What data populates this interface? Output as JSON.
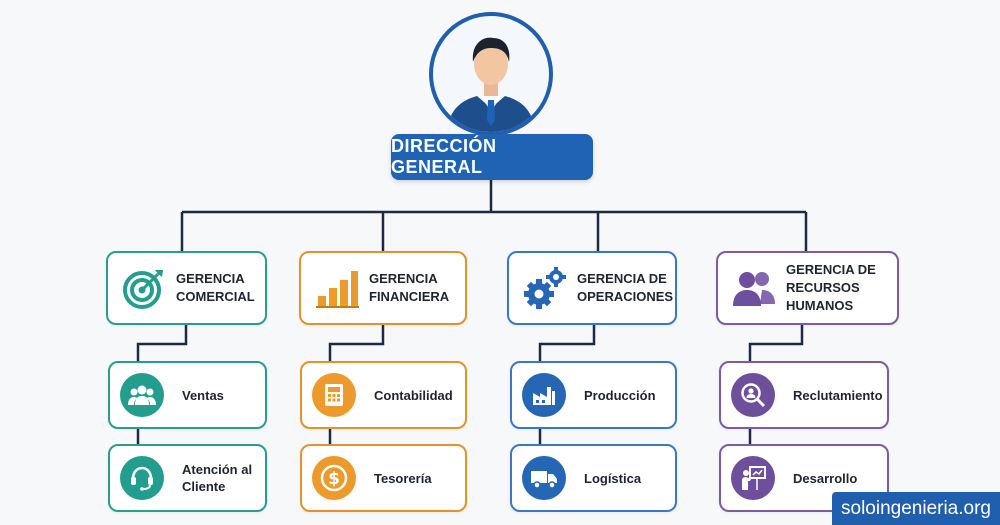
{
  "top": {
    "title": "DIRECCIÓN GENERAL",
    "icon": "executive-avatar-icon"
  },
  "managers": [
    {
      "line1": "GERENCIA",
      "line2": "COMERCIAL",
      "icon": "target-icon",
      "color": "#2a9d8f",
      "units": [
        {
          "line1": "Ventas",
          "line2": "",
          "icon": "team-icon"
        },
        {
          "line1": "Atención al",
          "line2": "Cliente",
          "icon": "headset-icon"
        }
      ]
    },
    {
      "line1": "GERENCIA",
      "line2": "FINANCIERA",
      "icon": "bar-chart-icon",
      "color": "#e3932a",
      "units": [
        {
          "line1": "Contabilidad",
          "line2": "",
          "icon": "calculator-icon"
        },
        {
          "line1": "Tesorería",
          "line2": "",
          "icon": "dollar-coin-icon"
        }
      ]
    },
    {
      "line1": "GERENCIA DE",
      "line2": "OPERACIONES",
      "icon": "gears-icon",
      "color": "#3a78c4",
      "units": [
        {
          "line1": "Producción",
          "line2": "",
          "icon": "factory-icon"
        },
        {
          "line1": "Logística",
          "line2": "",
          "icon": "truck-icon"
        }
      ]
    },
    {
      "line1": "GERENCIA DE",
      "line2": "RECURSOS HUMANOS",
      "icon": "people-icon",
      "color": "#7d5aa6",
      "units": [
        {
          "line1": "Reclutamiento",
          "line2": "",
          "icon": "magnifier-person-icon"
        },
        {
          "line1": "Desarrollo",
          "line2": "",
          "icon": "presentation-icon"
        }
      ]
    }
  ],
  "watermark": {
    "text": "soloingenieria.org"
  }
}
